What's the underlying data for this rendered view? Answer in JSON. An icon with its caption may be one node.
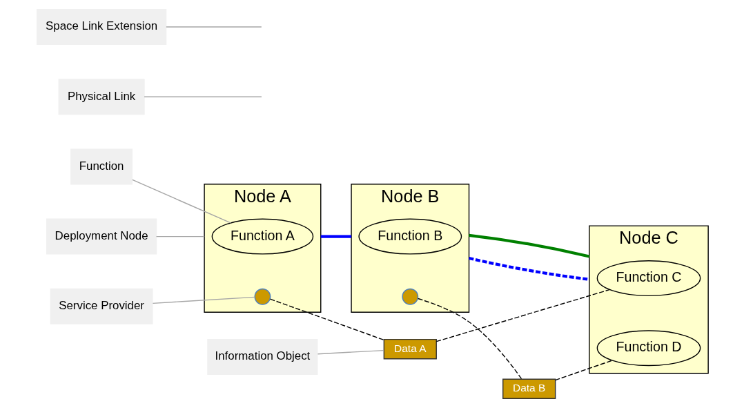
{
  "diagram": {
    "nodes": [
      {
        "text": [
          "Service Provider"
        ]
      },
      {
        "text": [
          "Information Object"
        ]
      },
      {
        "text": [
          "Node A"
        ]
      },
      {
        "text": [
          "Function A"
        ],
        "in": 2
      },
      {
        "text": [],
        "shape": "circle",
        "in": 2
      },
      {
        "text": [
          "Data A"
        ]
      },
      {
        "text": [
          "Node B"
        ]
      },
      {
        "text": [
          "Function B"
        ],
        "in": 6
      },
      {
        "text": [],
        "shape": "circle",
        "in": 6
      },
      {
        "text": [
          "Data B"
        ]
      },
      {
        "text": [
          "Node C"
        ]
      },
      {
        "text": [
          "Function C"
        ],
        "in": 10
      },
      {
        "text": [
          "Function D"
        ],
        "in": 10
      },
      {
        "text": [
          "Deployment Node"
        ]
      },
      {
        "text": [
          "Function"
        ]
      },
      {
        "text": [
          "Physical Link"
        ]
      },
      {
        "text": [
          "Space Link Extension"
        ]
      }
    ],
    "edges": [
      {
        "from": 4,
        "to": 5,
        "arrow": "none",
        "style": "dashed",
        "color": "#000000"
      },
      {
        "from": 5,
        "to": 11,
        "arrow": "none",
        "style": "dashed",
        "color": "#000000"
      },
      {
        "from": 8,
        "to": 9,
        "arrow": "none",
        "style": "dashed",
        "color": "#000000"
      },
      {
        "from": 9,
        "to": 12,
        "arrow": "none",
        "style": "dashed",
        "color": "#000000"
      },
      {
        "from": 2,
        "to": 6,
        "arrow": "none",
        "style": "thick",
        "color": "#0000ff"
      },
      {
        "from": 6,
        "to": 10,
        "arrow": "none",
        "style": "dashed",
        "color": "#0000ff"
      },
      {
        "from": 6,
        "to": 10,
        "arrow": "none",
        "style": "thick",
        "color": "#008000"
      },
      {
        "from": 0,
        "to": 4,
        "arrow": "none",
        "color": "#a6a6a6"
      },
      {
        "from": 1,
        "to": 5,
        "arrow": "none",
        "color": "#a6a6a6"
      },
      {
        "from": 13,
        "to": 2,
        "arrow": "none",
        "color": "#a6a6a6"
      },
      {
        "from": 14,
        "to": 3,
        "arrow": "none",
        "color": "#a6a6a6"
      },
      {
        "from": 15,
        "to": null,
        "arrow": "none",
        "color": "#a6a6a6"
      },
      {
        "from": 16,
        "to": null,
        "arrow": "none",
        "color": "#a6a6a6"
      }
    ]
  }
}
